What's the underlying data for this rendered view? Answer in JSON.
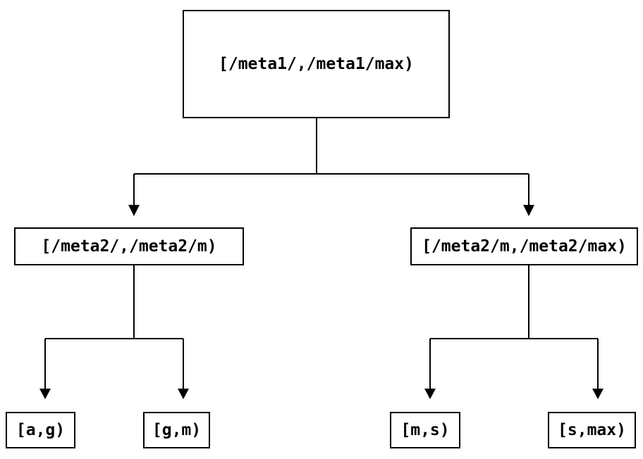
{
  "diagram": {
    "type": "tree",
    "background_color": "#ffffff",
    "line_color": "#000000",
    "node_border_color": "#000000",
    "node_fill_color": "#ffffff",
    "nodes": [
      {
        "id": "root",
        "label": "[/meta1/,/meta1/max)"
      },
      {
        "id": "meta2-left",
        "label": "[/meta2/,/meta2/m)"
      },
      {
        "id": "meta2-right",
        "label": "[/meta2/m,/meta2/max)"
      },
      {
        "id": "leaf-a-g",
        "label": "[a,g)"
      },
      {
        "id": "leaf-g-m",
        "label": "[g,m)"
      },
      {
        "id": "leaf-m-s",
        "label": "[m,s)"
      },
      {
        "id": "leaf-s-max",
        "label": "[s,max)"
      }
    ],
    "edges": [
      {
        "from": "root",
        "to": "meta2-left"
      },
      {
        "from": "root",
        "to": "meta2-right"
      },
      {
        "from": "meta2-left",
        "to": "leaf-a-g"
      },
      {
        "from": "meta2-left",
        "to": "leaf-g-m"
      },
      {
        "from": "meta2-right",
        "to": "leaf-m-s"
      },
      {
        "from": "meta2-right",
        "to": "leaf-s-max"
      }
    ]
  }
}
